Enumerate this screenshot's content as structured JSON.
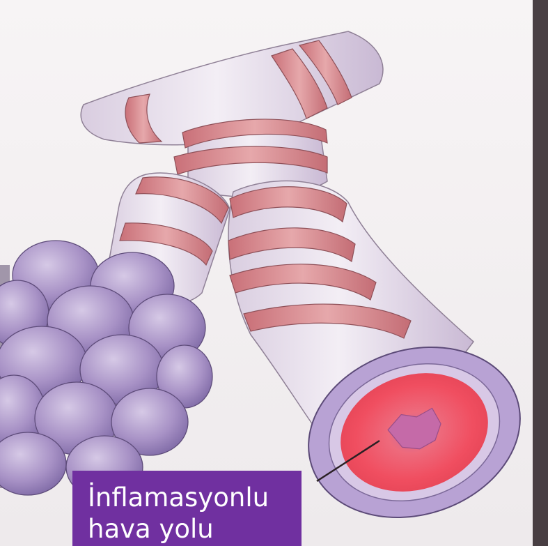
{
  "illustration": {
    "subject": "airway and alveoli illustration",
    "colors": {
      "background": "#f6f3f4",
      "airway_tube": "#e8e0ee",
      "cartilage_rings": "#d98f94",
      "alveoli": "#a48fc2",
      "outer_wall": "#b8a2d4",
      "inflamed_lining": "#f05a6a",
      "lumen": "#c56aa8"
    }
  },
  "label": {
    "lines": [
      "İnflamasyonlu",
      "hava yolu"
    ],
    "background": "#7030a0",
    "text_color": "#ffffff"
  }
}
